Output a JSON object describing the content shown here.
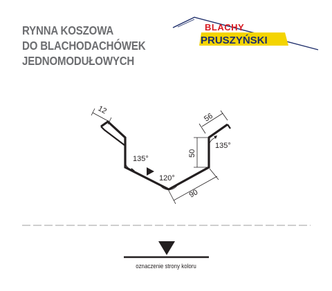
{
  "title": {
    "line1": "RYNNA KOSZOWA",
    "line2": "DO BLACHODACHÓWEK",
    "line3": "JEDNOMODUŁOWYCH"
  },
  "logo": {
    "line1": "BLACHY",
    "line2": "PRUSZYŃSKI",
    "colors": {
      "line1": "#d71920",
      "line2": "#1f2f6b",
      "background": "#f4d400",
      "roof_line": "#1f2f6b"
    }
  },
  "drawing": {
    "dimensions": {
      "left_flange": "12",
      "right_flange": "56",
      "side_height": "50",
      "bottom_leg": "90",
      "left_angle": "135°",
      "right_angle": "135°",
      "bottom_angle": "120°"
    },
    "color_side_marker": "triangle-marker-icon"
  },
  "legend": {
    "label": "oznaczenie strony koloru",
    "icon": "triangle-marker-icon"
  }
}
